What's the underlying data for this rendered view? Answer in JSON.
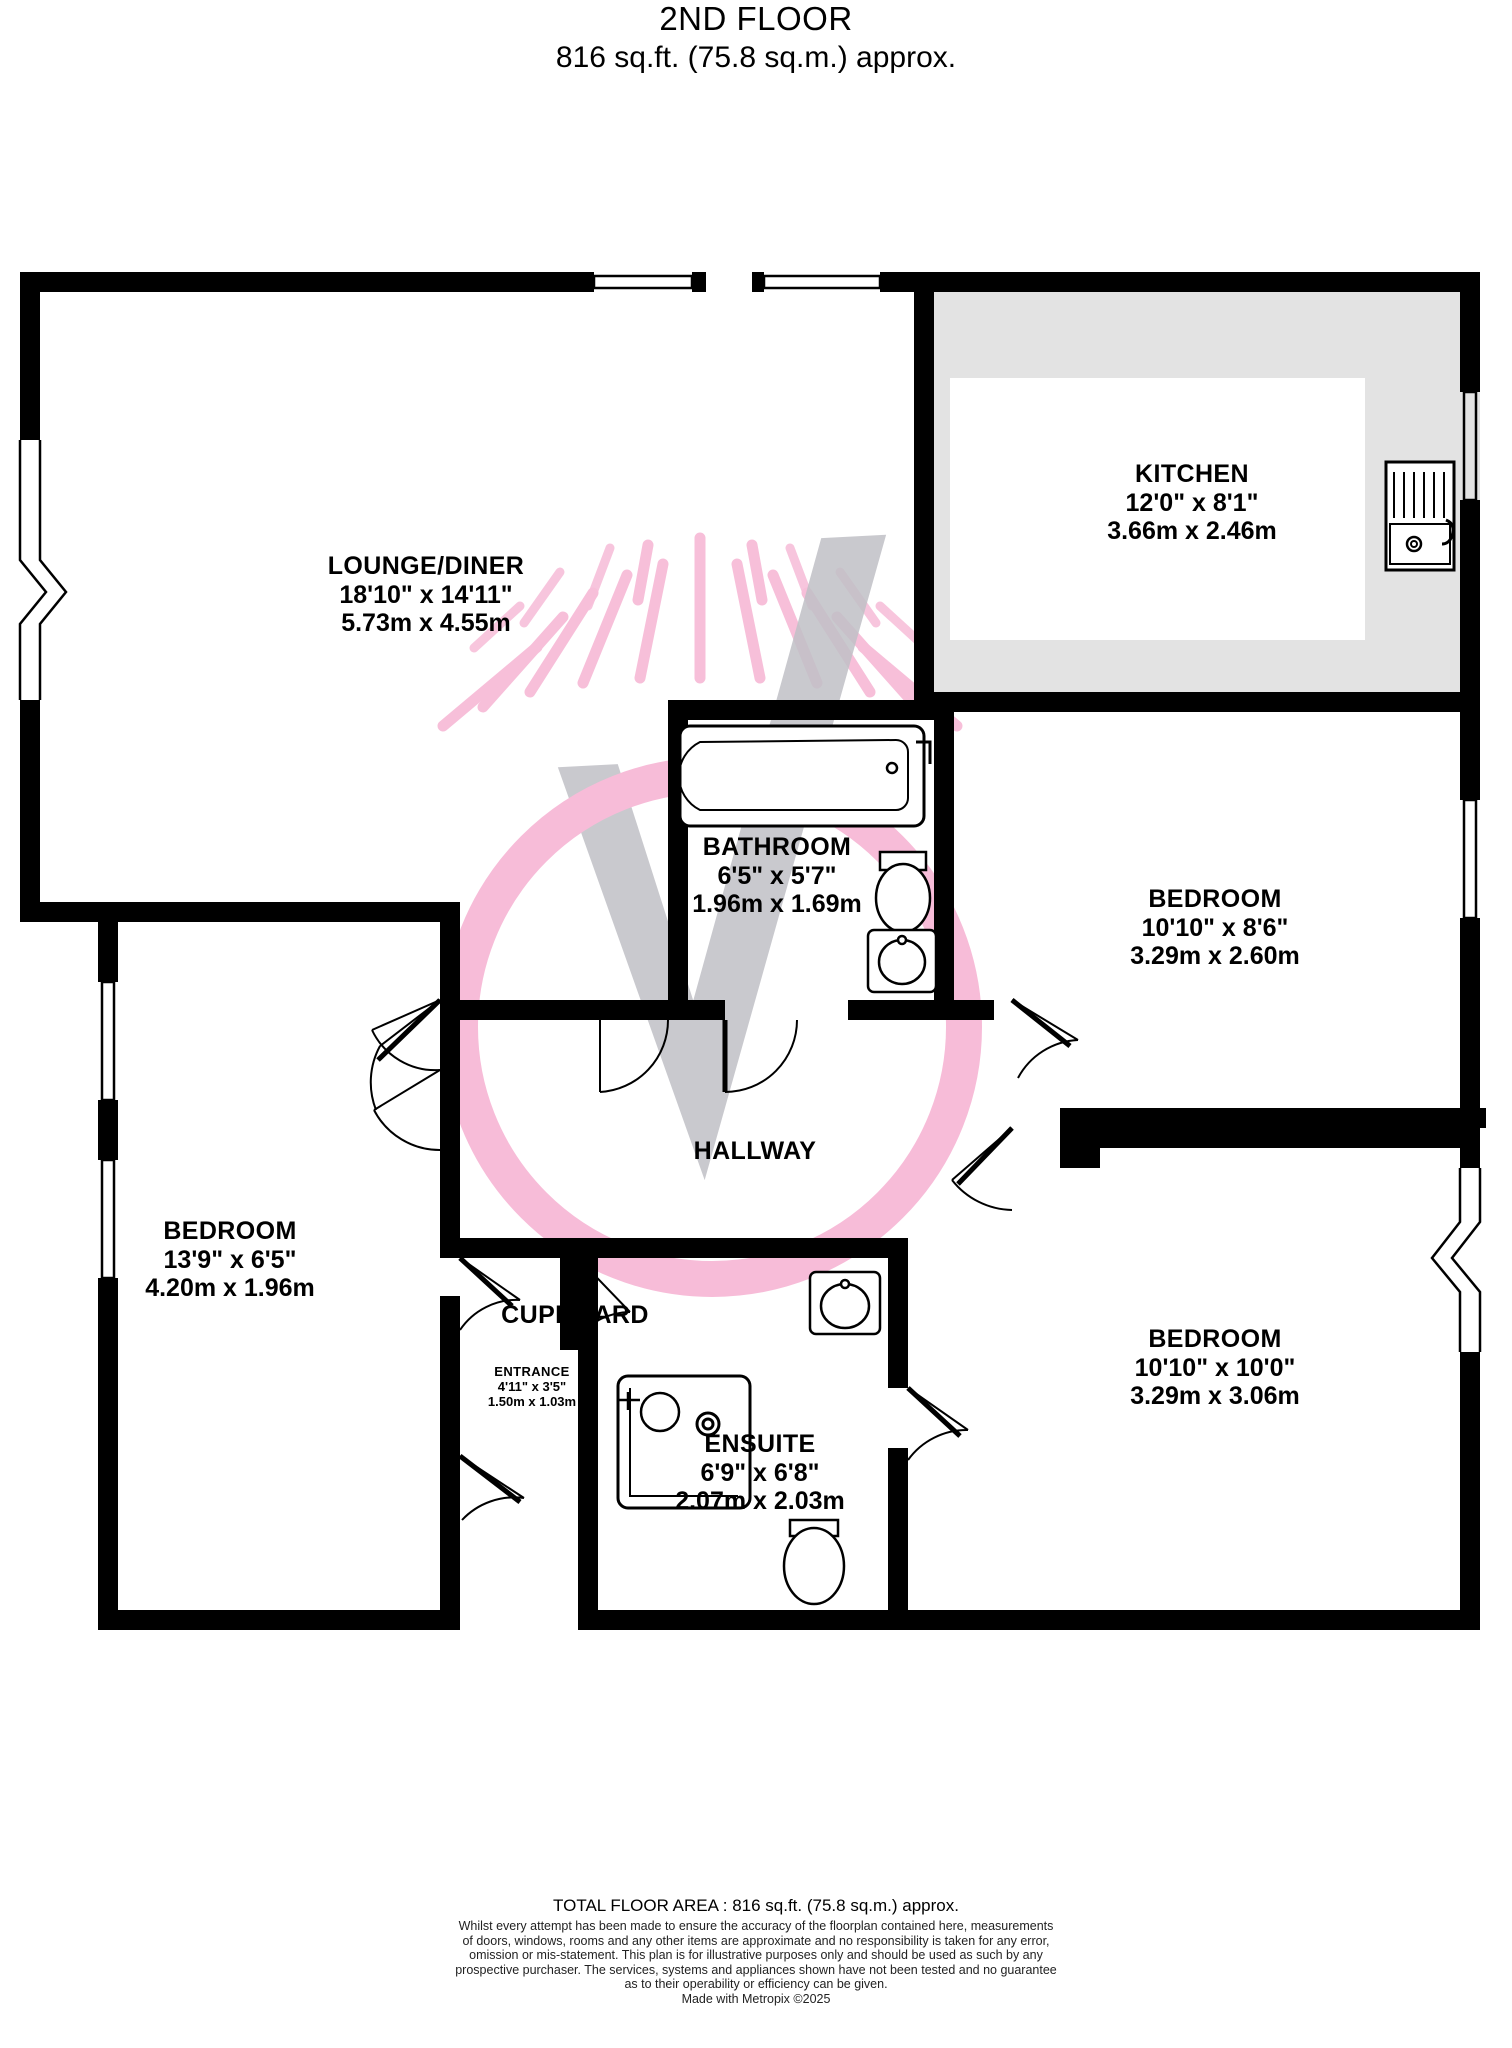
{
  "header": {
    "floor_title": "2ND FLOOR",
    "area_line": "816 sq.ft. (75.8 sq.m.) approx."
  },
  "colors": {
    "wall": "#000000",
    "kitchen_fill": "#e3e3e3",
    "watermark_pink": "#f7bcd8",
    "watermark_grey": "#c0c0c6",
    "background": "#ffffff"
  },
  "rooms": [
    {
      "id": "lounge-diner",
      "name": "LOUNGE/DINER",
      "imperial": "18'10\"  x 14'11\"",
      "metric": "5.73m  x 4.55m"
    },
    {
      "id": "kitchen",
      "name": "KITCHEN",
      "imperial": "12'0\"  x 8'1\"",
      "metric": "3.66m  x 2.46m"
    },
    {
      "id": "bathroom",
      "name": "BATHROOM",
      "imperial": "6'5\"  x 5'7\"",
      "metric": "1.96m  x 1.69m"
    },
    {
      "id": "bedroom-right-top",
      "name": "BEDROOM",
      "imperial": "10'10\"  x 8'6\"",
      "metric": "3.29m  x 2.60m"
    },
    {
      "id": "bedroom-left",
      "name": "BEDROOM",
      "imperial": "13'9\"  x 6'5\"",
      "metric": "4.20m  x 1.96m"
    },
    {
      "id": "bedroom-right-bottom",
      "name": "BEDROOM",
      "imperial": "10'10\"  x 10'0\"",
      "metric": "3.29m  x 3.06m"
    },
    {
      "id": "ensuite",
      "name": "ENSUITE",
      "imperial": "6'9\"  x 6'8\"",
      "metric": "2.07m  x 2.03m"
    },
    {
      "id": "entrance",
      "name": "ENTRANCE",
      "imperial": "4'11\"  x 3'5\"",
      "metric": "1.50m  x 1.03m"
    },
    {
      "id": "hallway",
      "name": "HALLWAY",
      "imperial": "",
      "metric": ""
    },
    {
      "id": "cupboard",
      "name": "CUPBOARD",
      "imperial": "",
      "metric": ""
    }
  ],
  "fixtures": [
    "bath-tub",
    "wc-toilet-bathroom",
    "wash-basin-bathroom",
    "kitchen-sink-drainer",
    "shower-cubicle",
    "wc-toilet-ensuite",
    "wash-basin-ensuite"
  ],
  "footer": {
    "total_area": "TOTAL FLOOR AREA : 816 sq.ft. (75.8 sq.m.) approx.",
    "disclaimer_lines": [
      "Whilst every attempt has been made to ensure the accuracy of the floorplan contained here, measurements",
      "of doors, windows, rooms and any other items are approximate and no responsibility is taken for any error,",
      "omission or mis-statement. This plan is for illustrative purposes only and should be used as such by any",
      "prospective purchaser. The services, systems and appliances shown have not been tested and no guarantee",
      "as to their operability or efficiency can be given."
    ],
    "made_with": "Made with Metropix ©2025"
  }
}
